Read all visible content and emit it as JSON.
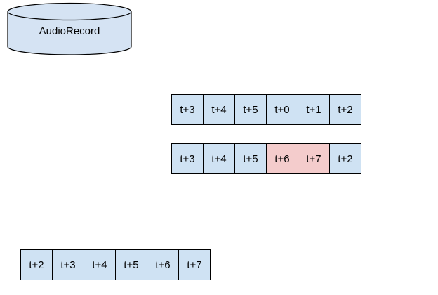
{
  "colors": {
    "background": "#ffffff",
    "cell_blue": "#cfe2f3",
    "cell_pink": "#f4cccc",
    "cylinder_fill": "#d5e3f3",
    "stroke": "#000000",
    "text": "#000000"
  },
  "cylinder": {
    "label": "AudioRecord"
  },
  "rows": [
    {
      "cells": [
        {
          "label": "t+3"
        },
        {
          "label": "t+4"
        },
        {
          "label": "t+5"
        },
        {
          "label": "t+0"
        },
        {
          "label": "t+1"
        },
        {
          "label": "t+2"
        }
      ]
    },
    {
      "cells": [
        {
          "label": "t+3"
        },
        {
          "label": "t+4"
        },
        {
          "label": "t+5"
        },
        {
          "label": "t+6",
          "highlight": true
        },
        {
          "label": "t+7",
          "highlight": true
        },
        {
          "label": "t+2"
        }
      ]
    },
    {
      "cells": [
        {
          "label": "t+2"
        },
        {
          "label": "t+3"
        },
        {
          "label": "t+4"
        },
        {
          "label": "t+5"
        },
        {
          "label": "t+6"
        },
        {
          "label": "t+7"
        }
      ]
    }
  ]
}
